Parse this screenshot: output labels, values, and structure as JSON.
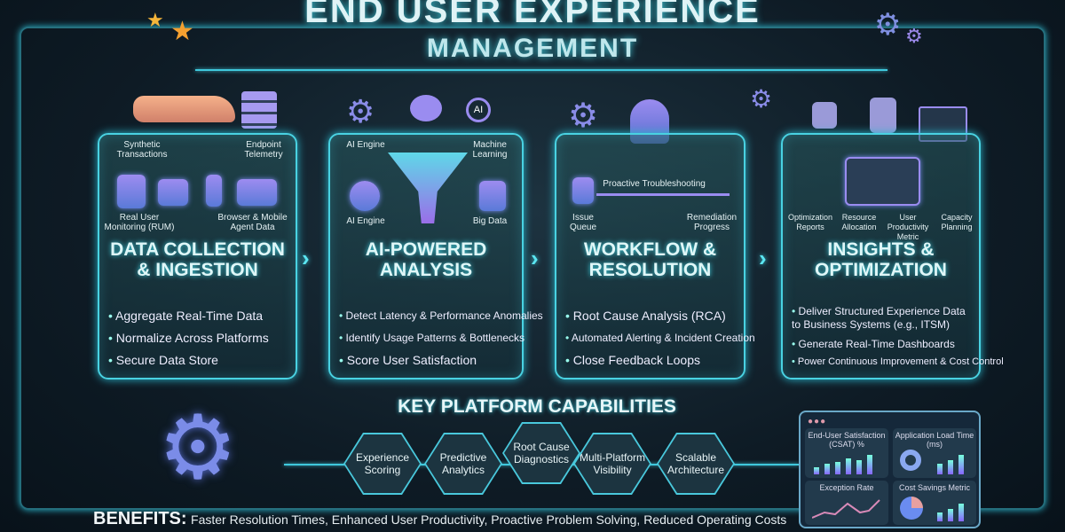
{
  "title": {
    "line1": "END USER EXPERIENCE",
    "line2": "MANAGEMENT"
  },
  "panels": [
    {
      "heading": "DATA COLLECTION & INGESTION",
      "labels": [
        "Synthetic Transactions",
        "Endpoint Telemetry",
        "Real User Monitoring (RUM)",
        "Browser & Mobile Agent Data"
      ],
      "bullets": [
        "Aggregate Real-Time Data",
        "Normalize Across Platforms",
        "Secure Data Store"
      ]
    },
    {
      "heading": "AI-POWERED ANALYSIS",
      "labels": [
        "AI Engine",
        "Machine Learning",
        "AI Engine",
        "Big Data"
      ],
      "icon_text": "AI",
      "bullets": [
        "Detect Latency & Performance Anomalies",
        "Identify Usage Patterns & Bottlenecks",
        "Score User Satisfaction"
      ]
    },
    {
      "heading": "WORKFLOW & RESOLUTION",
      "labels": [
        "Proactive Troubleshooting",
        "Issue Queue",
        "Remediation Progress"
      ],
      "bullets": [
        "Root Cause Analysis (RCA)",
        "Automated Alerting & Incident Creation",
        "Close Feedback Loops"
      ]
    },
    {
      "heading": "INSIGHTS & OPTIMIZATION",
      "labels": [
        "Optimization Reports",
        "Resource Allocation",
        "User Productivity Metric",
        "Capacity Planning"
      ],
      "bullets": [
        "Deliver Structured Experience Data to Business Systems (e.g., ITSM)",
        "Generate Real-Time Dashboards",
        "Power Continuous Improvement & Cost Control"
      ]
    }
  ],
  "capabilities": {
    "heading": "KEY PLATFORM CAPABILITIES",
    "items": [
      "Experience Scoring",
      "Predictive Analytics",
      "Root Cause Diagnostics",
      "Multi-Platform Visibility",
      "Scalable Architecture"
    ]
  },
  "dashboard": {
    "cards": [
      "End-User Satisfaction (CSAT) %",
      "Application Load Time (ms)",
      "Exception Rate",
      "Cost Savings Metric"
    ]
  },
  "benefits": {
    "label": "BENEFITS:",
    "text": "Faster Resolution Times, Enhanced User Productivity, Proactive Problem Solving, Reduced Operating Costs"
  },
  "colors": {
    "accent": "#49d2e2",
    "background": "#0e1b25",
    "icon": "#8c8cf0"
  }
}
